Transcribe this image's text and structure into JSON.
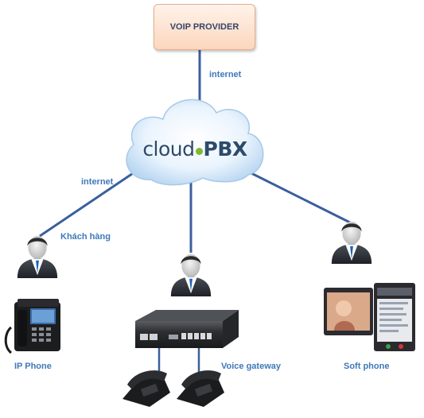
{
  "nodes": {
    "provider": "VOIP PROVIDER",
    "cloud": {
      "brand_light": "cloud",
      "brand_bold": "PBX"
    },
    "customer": "Khách hàng",
    "ip_phone": "IP Phone",
    "voice_gateway": "Voice gateway",
    "soft_phone": "Soft phone"
  },
  "edges": {
    "provider_to_cloud": "internet",
    "cloud_to_customer": "internet"
  },
  "colors": {
    "line": "#3b5f9e",
    "label": "#3f78b9",
    "brand_dot": "#80b82d"
  }
}
